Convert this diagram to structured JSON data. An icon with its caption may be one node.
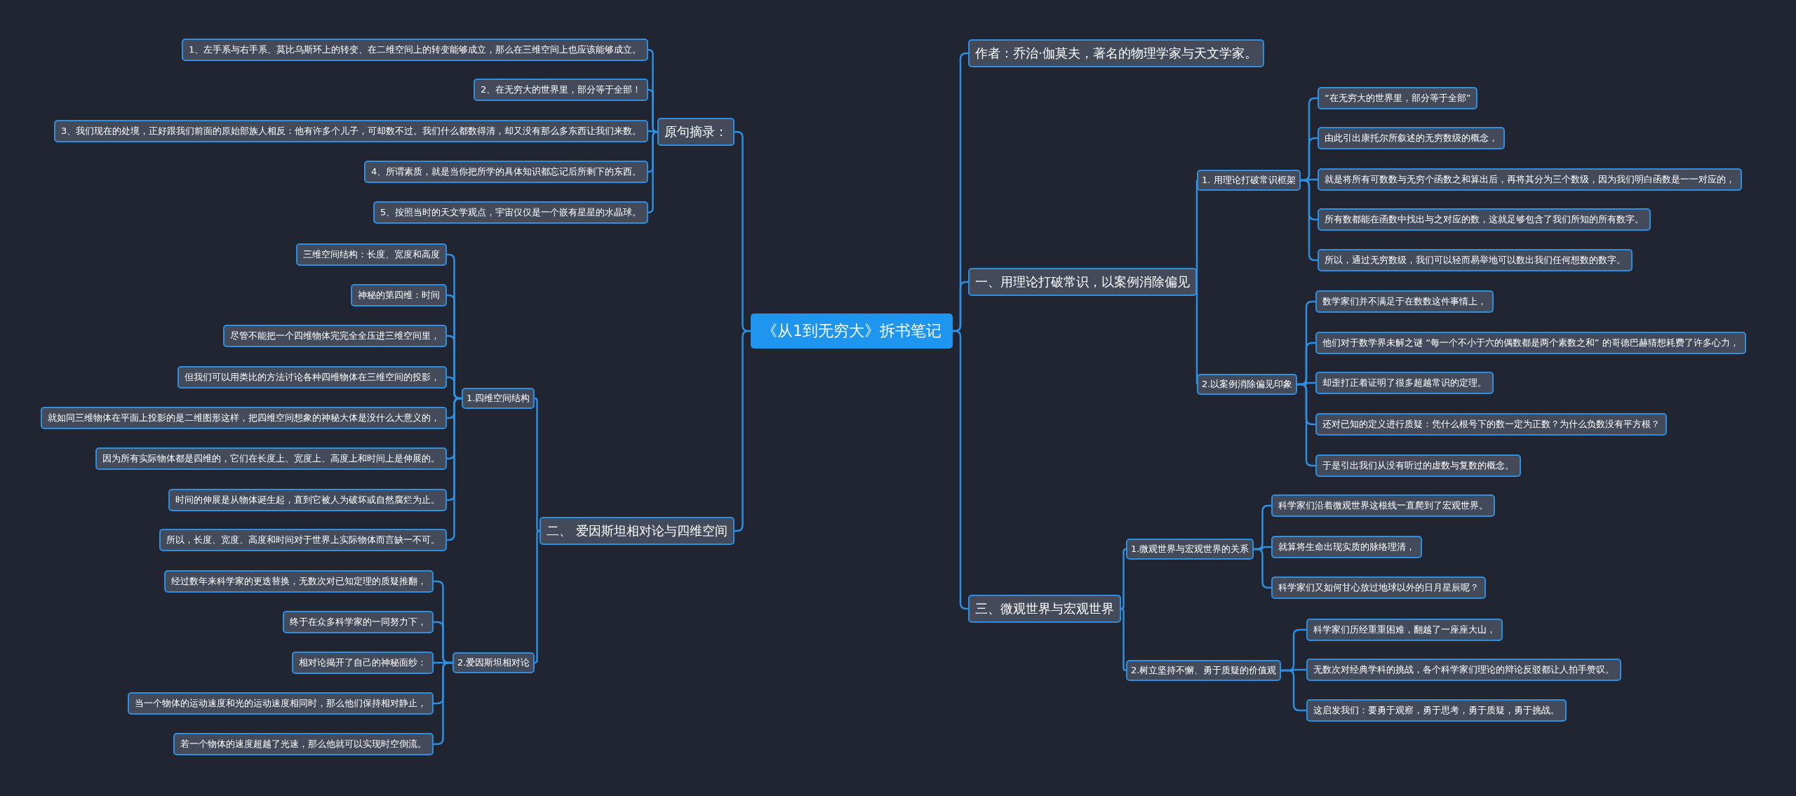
{
  "diagram": {
    "nodes": [
      {
        "text": [
          "《从1到无穷大》拆书笔记"
        ]
      },
      {
        "text": [
          "原句摘录："
        ]
      },
      {
        "text": [
          "1、左手系与右手系、莫比乌斯环上的转变、在二维空间上的转变能够成立，那么在三维空间上也应该能够成立。"
        ]
      },
      {
        "text": [
          "2、在无穷大的世界里，部分等于全部！"
        ]
      },
      {
        "text": [
          "3、我们现在的处境，正好跟我们前面的原始部族人相反：他有许多个儿子，可却数不过。我们什么都数得清，却又没有那么多东西让我们来数。"
        ]
      },
      {
        "text": [
          "4、所谓素质，就是当你把所学的具体知识都忘记后所剩下的东西。"
        ]
      },
      {
        "text": [
          "5、按照当时的天文学观点，宇宙仅仅是一个嵌有星星的水晶球。"
        ]
      },
      {
        "text": [
          "二、 爱因斯坦相对论与四维空间"
        ]
      },
      {
        "text": [
          "1.四维空间结构"
        ]
      },
      {
        "text": [
          "三维空间结构：长度、宽度和高度"
        ]
      },
      {
        "text": [
          "神秘的第四维：时间"
        ]
      },
      {
        "text": [
          "尽管不能把一个四维物体完完全全压进三维空间里，"
        ]
      },
      {
        "text": [
          "但我们可以用类比的方法讨论各种四维物体在三维空间的投影，"
        ]
      },
      {
        "text": [
          "就如同三维物体在平面上投影的是二维图形这样，把四维空间想象的神秘大体是没什么大意义的，"
        ]
      },
      {
        "text": [
          "因为所有实际物体都是四维的，它们在长度上、宽度上、高度上和时间上是伸展的。"
        ]
      },
      {
        "text": [
          "时间的伸展是从物体诞生起，直到它被人为破坏或自然腐烂为止。"
        ]
      },
      {
        "text": [
          "所以，长度、宽度、高度和时间对于世界上实际物体而言缺一不可。"
        ]
      },
      {
        "text": [
          "2.爱因斯坦相对论"
        ]
      },
      {
        "text": [
          "经过数年来科学家的更迭替换，无数次对已知定理的质疑推翻，"
        ]
      },
      {
        "text": [
          "终于在众多科学家的一同努力下，"
        ]
      },
      {
        "text": [
          "相对论揭开了自己的神秘面纱："
        ]
      },
      {
        "text": [
          "当一个物体的运动速度和光的运动速度相同时，那么他们保持相对静止，"
        ]
      },
      {
        "text": [
          "若一个物体的速度超越了光速，那么他就可以实现时空倒流。"
        ]
      },
      {
        "text": [
          "作者：乔治·伽莫夫，著名的物理学家与天文学家。"
        ]
      },
      {
        "text": [
          "一、用理论打破常识，以案例消除偏见"
        ]
      },
      {
        "text": [
          "1. 用理论打破常识框架"
        ]
      },
      {
        "text": [
          "“在无穷大的世界里，部分等于全部”"
        ]
      },
      {
        "text": [
          "由此引出康托尔所叙述的无穷数级的概念，"
        ]
      },
      {
        "text": [
          "就是将所有可数数与无穷个函数之和算出后，再将其分为三个数级，因为我们明白函数是一一对应的，"
        ]
      },
      {
        "text": [
          "所有数都能在函数中找出与之对应的数，这就足够包含了我们所知的所有数字。"
        ]
      },
      {
        "text": [
          "所以，通过无穷数级，我们可以轻而易举地可以数出我们任何想数的数字。"
        ]
      },
      {
        "text": [
          "2.以案例消除偏见印象"
        ]
      },
      {
        "text": [
          "数学家们并不满足于在数数这件事情上，"
        ]
      },
      {
        "text": [
          "他们对于数学界未解之谜 “每一个不小于六的偶数都是两个素数之和” 的哥德巴赫猜想耗费了许多心力，"
        ]
      },
      {
        "text": [
          "却歪打正着证明了很多超越常识的定理。"
        ]
      },
      {
        "text": [
          "还对已知的定义进行质疑：凭什么根号下的数一定为正数？为什么负数没有平方根？"
        ]
      },
      {
        "text": [
          "于是引出我们从没有听过的虚数与复数的概念。"
        ]
      },
      {
        "text": [
          "三、微观世界与宏观世界"
        ]
      },
      {
        "text": [
          "1.微观世界与宏观世界的关系"
        ]
      },
      {
        "text": [
          "科学家们沿着微观世界这根线一直爬到了宏观世界。"
        ]
      },
      {
        "text": [
          "就算将生命出现实质的脉络理清，"
        ]
      },
      {
        "text": [
          "科学家们又如何甘心放过地球以外的日月星辰呢？"
        ]
      },
      {
        "text": [
          "2.树立坚持不懈、勇于质疑的价值观"
        ]
      },
      {
        "text": [
          "科学家们历经重重困难，翻越了一座座大山，"
        ]
      },
      {
        "text": [
          "无数次对经典学科的挑战，各个科学家们理论的辩论反驳都让人拍手赞叹。"
        ]
      },
      {
        "text": [
          "这启发我们：要勇于观察，勇于思考，勇于质疑，勇于挑战。"
        ]
      }
    ],
    "edges": [
      {
        "from": 0,
        "to": 1,
        "arrow": "none"
      },
      {
        "from": 1,
        "to": 2,
        "arrow": "none"
      },
      {
        "from": 1,
        "to": 3,
        "arrow": "none"
      },
      {
        "from": 1,
        "to": 4,
        "arrow": "none"
      },
      {
        "from": 1,
        "to": 5,
        "arrow": "none"
      },
      {
        "from": 1,
        "to": 6,
        "arrow": "none"
      },
      {
        "from": 0,
        "to": 7,
        "arrow": "none"
      },
      {
        "from": 7,
        "to": 8,
        "arrow": "none"
      },
      {
        "from": 8,
        "to": 9,
        "arrow": "none"
      },
      {
        "from": 8,
        "to": 10,
        "arrow": "none"
      },
      {
        "from": 8,
        "to": 11,
        "arrow": "none"
      },
      {
        "from": 8,
        "to": 12,
        "arrow": "none"
      },
      {
        "from": 8,
        "to": 13,
        "arrow": "none"
      },
      {
        "from": 8,
        "to": 14,
        "arrow": "none"
      },
      {
        "from": 8,
        "to": 15,
        "arrow": "none"
      },
      {
        "from": 8,
        "to": 16,
        "arrow": "none"
      },
      {
        "from": 7,
        "to": 17,
        "arrow": "none"
      },
      {
        "from": 17,
        "to": 18,
        "arrow": "none"
      },
      {
        "from": 17,
        "to": 19,
        "arrow": "none"
      },
      {
        "from": 17,
        "to": 20,
        "arrow": "none"
      },
      {
        "from": 17,
        "to": 21,
        "arrow": "none"
      },
      {
        "from": 17,
        "to": 22,
        "arrow": "none"
      },
      {
        "from": 0,
        "to": 23,
        "arrow": "none"
      },
      {
        "from": 0,
        "to": 24,
        "arrow": "none"
      },
      {
        "from": 24,
        "to": 25,
        "arrow": "none"
      },
      {
        "from": 25,
        "to": 26,
        "arrow": "none"
      },
      {
        "from": 25,
        "to": 27,
        "arrow": "none"
      },
      {
        "from": 25,
        "to": 28,
        "arrow": "none"
      },
      {
        "from": 25,
        "to": 29,
        "arrow": "none"
      },
      {
        "from": 25,
        "to": 30,
        "arrow": "none"
      },
      {
        "from": 24,
        "to": 31,
        "arrow": "none"
      },
      {
        "from": 31,
        "to": 32,
        "arrow": "none"
      },
      {
        "from": 31,
        "to": 33,
        "arrow": "none"
      },
      {
        "from": 31,
        "to": 34,
        "arrow": "none"
      },
      {
        "from": 31,
        "to": 35,
        "arrow": "none"
      },
      {
        "from": 31,
        "to": 36,
        "arrow": "none"
      },
      {
        "from": 0,
        "to": 37,
        "arrow": "none"
      },
      {
        "from": 37,
        "to": 38,
        "arrow": "none"
      },
      {
        "from": 38,
        "to": 39,
        "arrow": "none"
      },
      {
        "from": 38,
        "to": 40,
        "arrow": "none"
      },
      {
        "from": 38,
        "to": 41,
        "arrow": "none"
      },
      {
        "from": 37,
        "to": 42,
        "arrow": "none"
      },
      {
        "from": 42,
        "to": 43,
        "arrow": "none"
      },
      {
        "from": 42,
        "to": 44,
        "arrow": "none"
      },
      {
        "from": 42,
        "to": 45,
        "arrow": "none"
      }
    ]
  }
}
